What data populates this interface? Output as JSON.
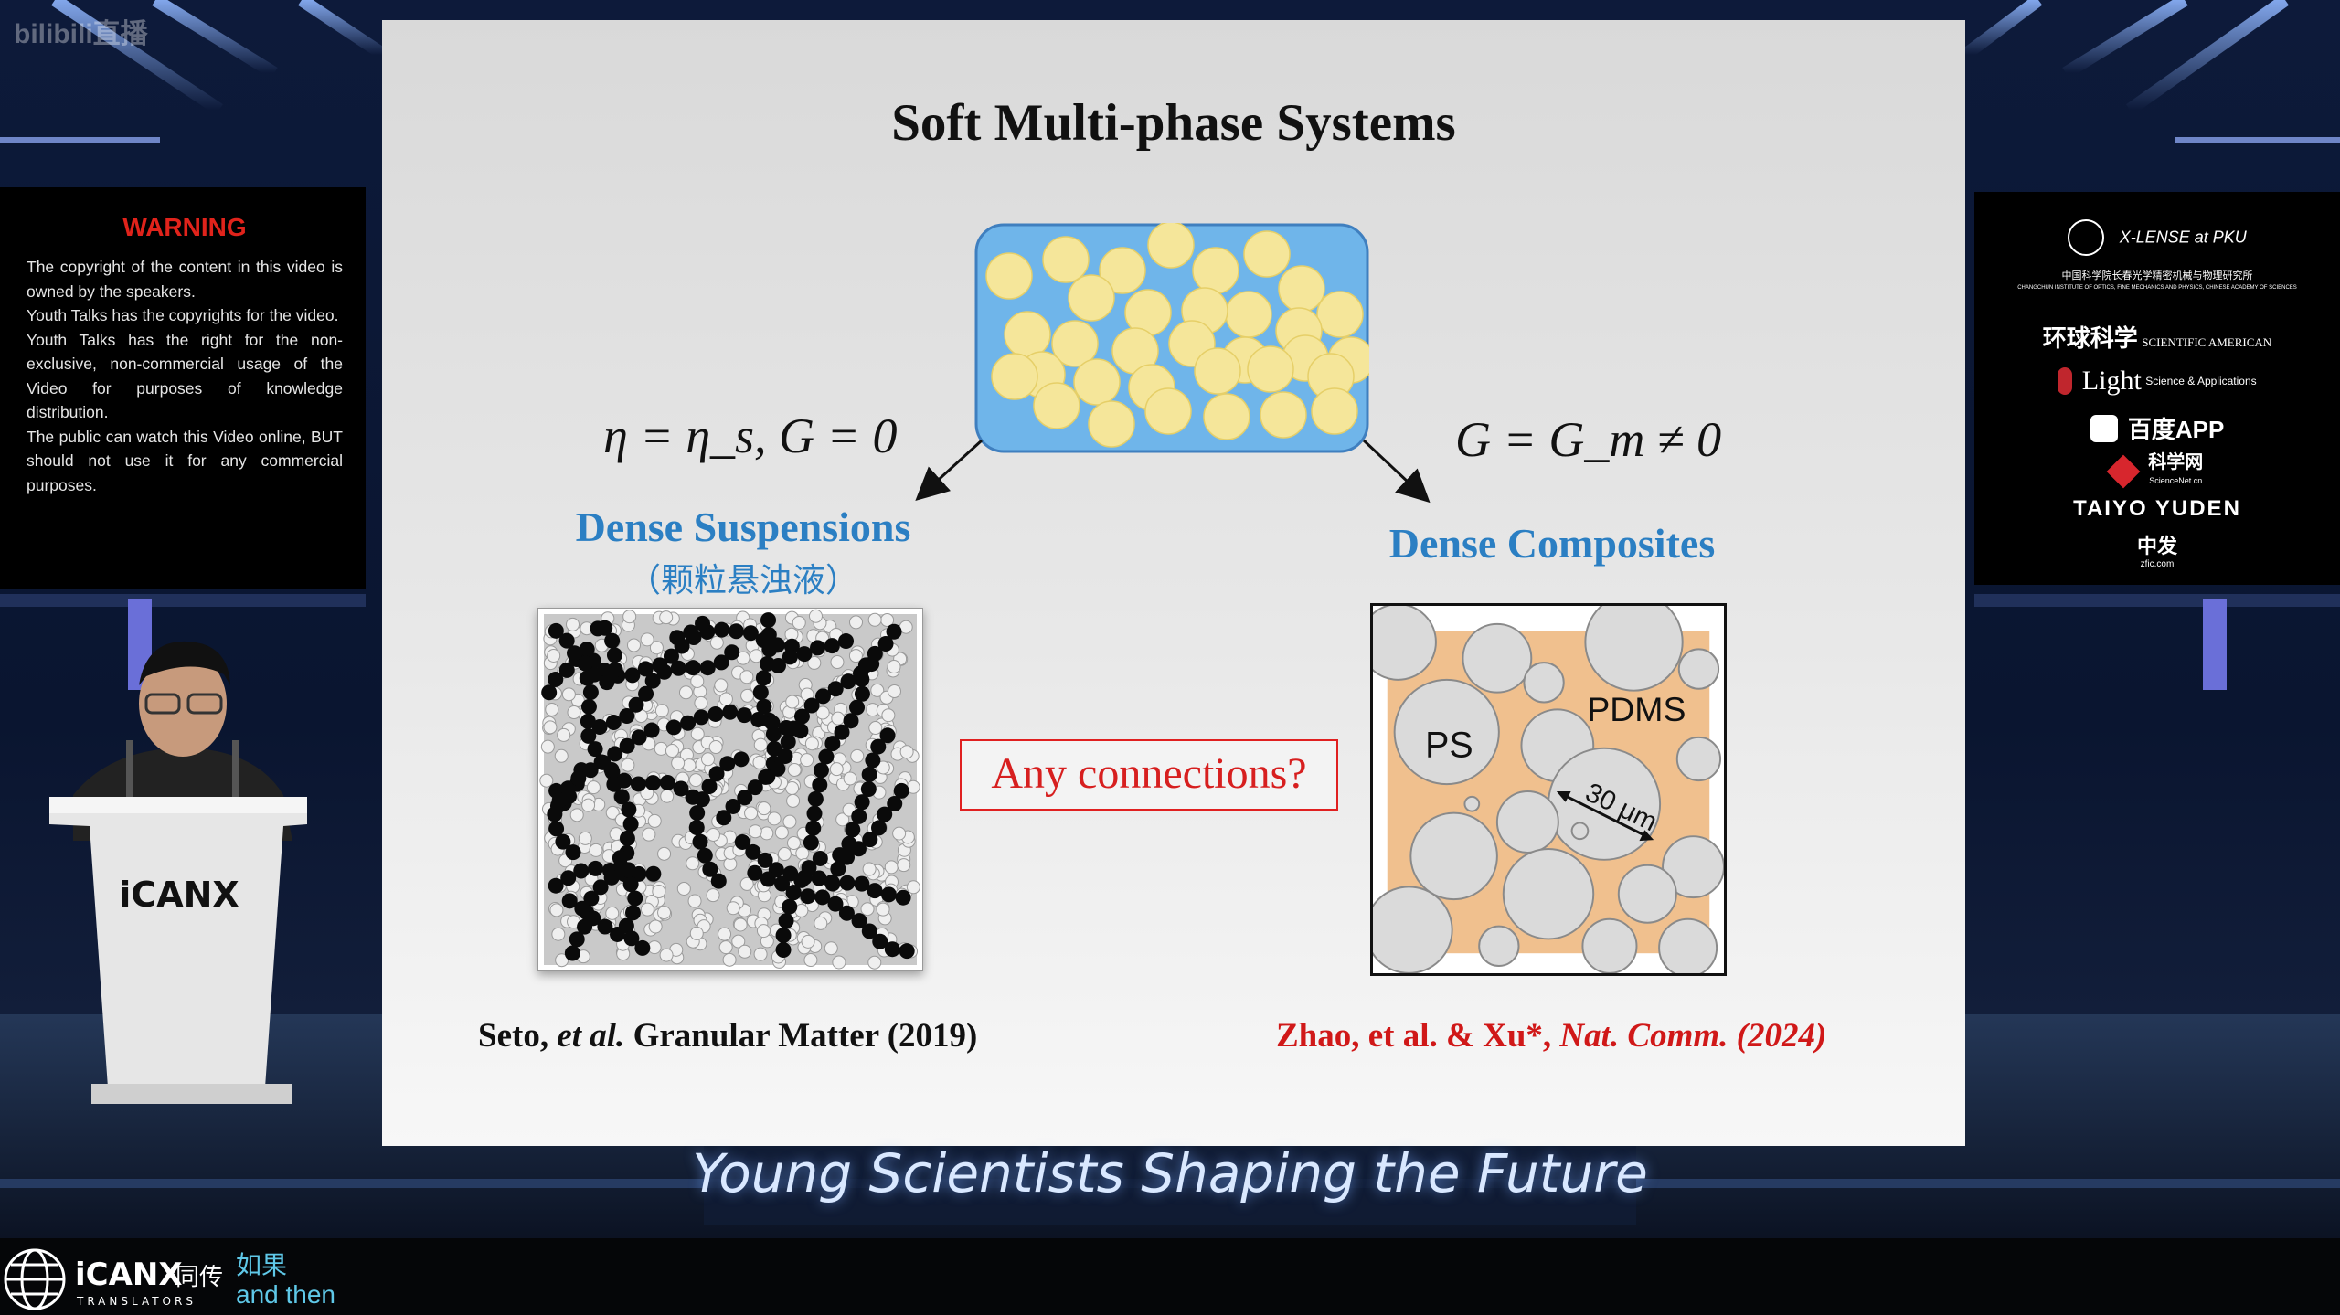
{
  "watermark": "bilibili直播",
  "warning": {
    "title": "WARNING",
    "lines": [
      "The copyright of the content in this video is owned by the speakers.",
      "Youth Talks has  the copyrights for the video.",
      "Youth Talks has the right for the non-exclusive, non-commercial usage of the Video  for purposes of knowledge distribution.",
      "The public can watch this Video online, BUT should not use it for any commercial purposes."
    ]
  },
  "slide": {
    "title": "Soft Multi-phase Systems",
    "eq_left": "η = η_s,  G = 0",
    "eq_right": "G = G_m ≠ 0",
    "left_label": "Dense Suspensions",
    "left_label_cn": "（颗粒悬浊液）",
    "right_label": "Dense Composites",
    "center_box": "Any connections?",
    "composite_labels": {
      "ps": "PS",
      "pdms": "PDMS",
      "scale": "30 μm"
    },
    "citation_left": {
      "author": "Seto, ",
      "etal": "et al.",
      "rest": " Granular Matter (2019)"
    },
    "citation_right": {
      "authors": "Zhao, et al.  & Xu*, ",
      "journal": "Nat. Comm. (2024)"
    },
    "colors": {
      "blue": "#2b7fc3",
      "red": "#d01818",
      "particle": "#f5e69a",
      "medium": "#6fb5ea"
    }
  },
  "sponsors": [
    "X-LENSE at PKU",
    "中国科学院长春光学精密机械与物理研究所",
    "CHANGCHUN INSTITUTE OF OPTICS, FINE MECHANICS AND PHYSICS, CHINESE ACADEMY OF SCIENCES",
    "环球科学",
    "SCIENTIFIC AMERICAN",
    "Light",
    "Science & Applications",
    "百度APP",
    "科学网",
    "ScienceNet.cn",
    "TAIYO YUDEN",
    "中发",
    "zfic.com"
  ],
  "podium_label": "iCANX",
  "banner": "Young Scientists Shaping the Future",
  "bottom": {
    "brand": "iCANX",
    "brand_cn": "同传",
    "sub": "TRANSLATORS",
    "tag_cn": "如果",
    "tag_en": "and then"
  }
}
